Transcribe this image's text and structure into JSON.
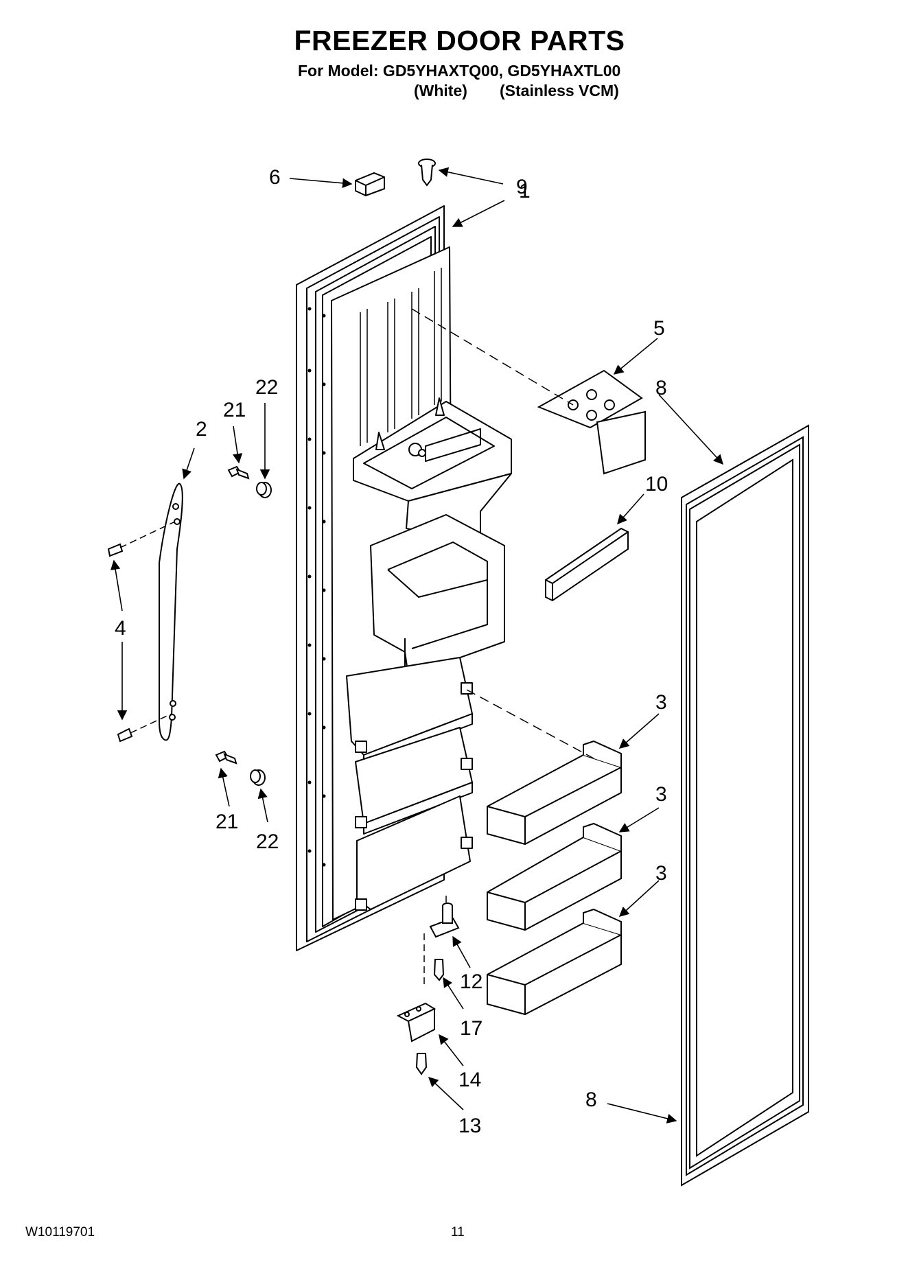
{
  "header": {
    "title": "FREEZER DOOR PARTS",
    "model_line": "For Model: GD5YHAXTQ00, GD5YHAXTL00",
    "variant_white": "(White)",
    "variant_stainless": "(Stainless VCM)"
  },
  "callouts": {
    "c1": "1",
    "c2": "2",
    "c3a": "3",
    "c3b": "3",
    "c3c": "3",
    "c4": "4",
    "c5": "5",
    "c6": "6",
    "c8a": "8",
    "c8b": "8",
    "c9": "9",
    "c10": "10",
    "c12": "12",
    "c13": "13",
    "c14": "14",
    "c17": "17",
    "c21a": "21",
    "c21b": "21",
    "c22a": "22",
    "c22b": "22"
  },
  "footer": {
    "doc_code": "W10119701",
    "page_number": "11"
  }
}
